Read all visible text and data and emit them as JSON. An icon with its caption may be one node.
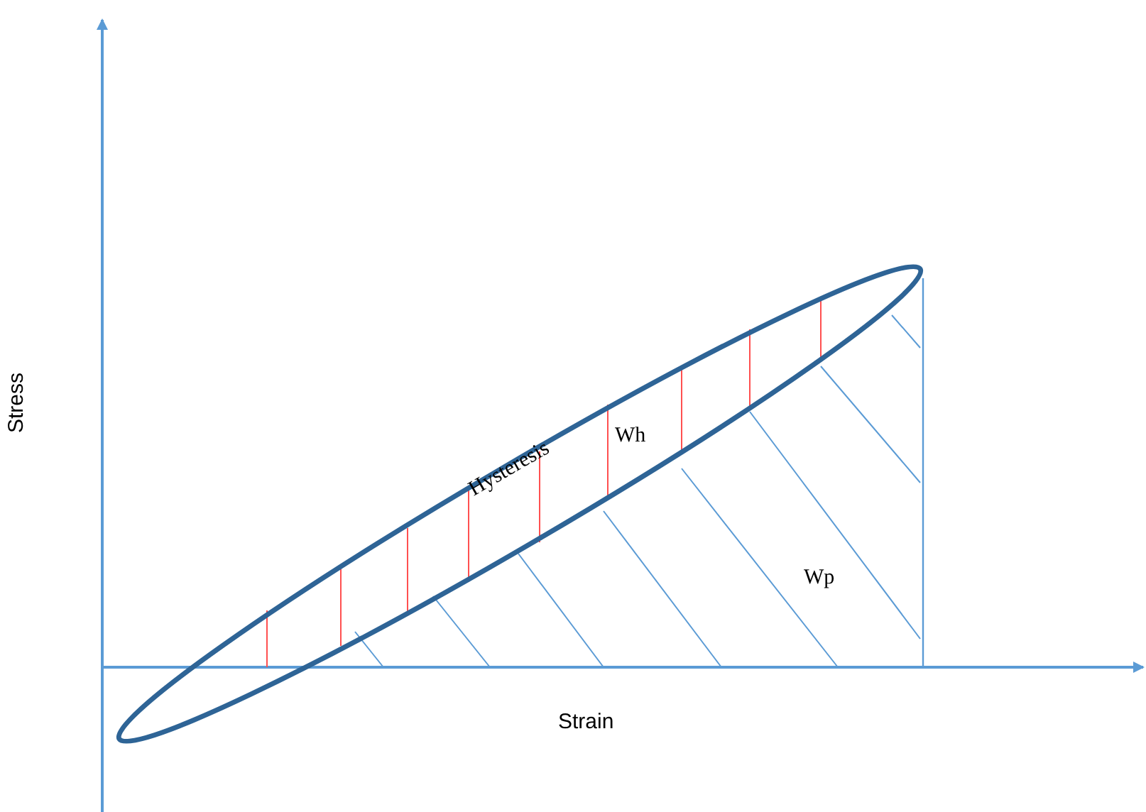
{
  "diagram": {
    "labels": [
      "Stress",
      "Hysteresis",
      "Wh",
      "Wp",
      "Strain"
    ]
  }
}
